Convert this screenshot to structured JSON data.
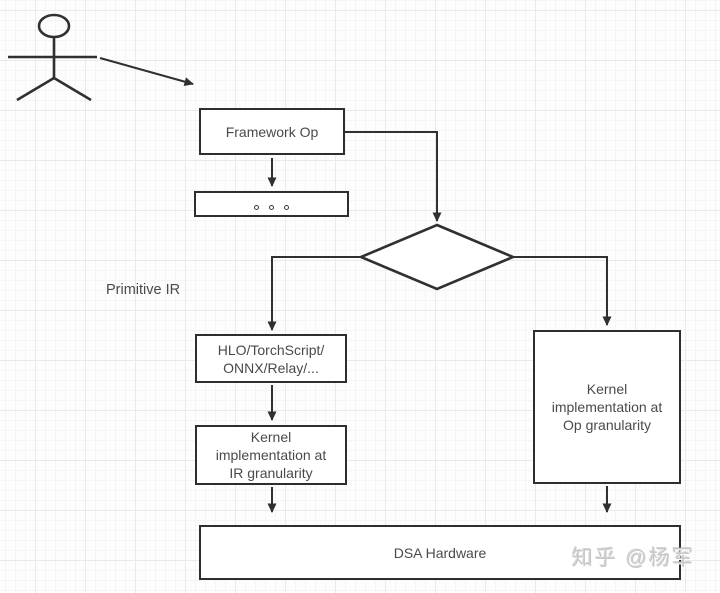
{
  "diagram": {
    "actor": {
      "icon": "stick-figure-person"
    },
    "nodes": {
      "framework_op": {
        "label": "Framework Op"
      },
      "ellipsis_box": {
        "icon": "three-small-circles"
      },
      "decision": {
        "shape": "diamond",
        "label": ""
      },
      "hlo": {
        "lines": [
          "HLO/TorchScript/",
          "ONNX/Relay/..."
        ]
      },
      "kernel_ir": {
        "lines": [
          "Kernel",
          "implementation at",
          "IR granularity"
        ]
      },
      "kernel_op": {
        "lines": [
          "Kernel",
          "implementation at",
          "Op granularity"
        ]
      },
      "dsa": {
        "label": "DSA Hardware"
      }
    },
    "labels": {
      "primitive_ir": "Primitive IR"
    },
    "watermark": {
      "label": "知乎 @杨军"
    },
    "colors": {
      "shape_stroke": "#303030",
      "box_border": "#2e2e2e",
      "text": "#4a4a4a",
      "background": "#fdfdfd",
      "grid_minor": "#f5f5f5",
      "grid_major": "#eaeaea",
      "watermark": "#c9c9c9"
    }
  }
}
